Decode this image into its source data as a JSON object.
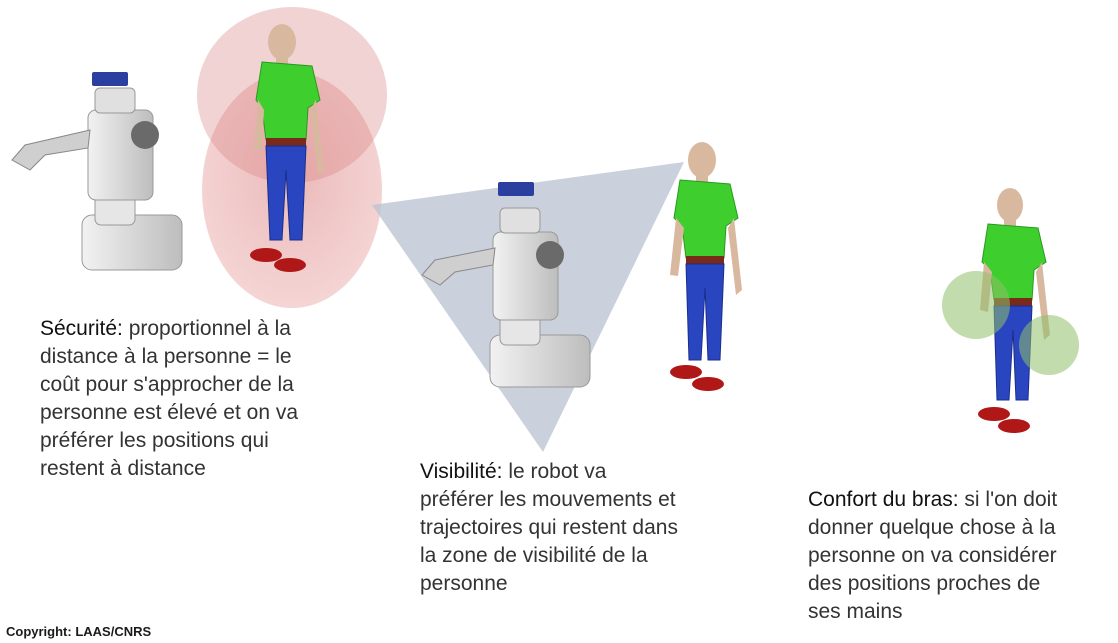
{
  "captions": {
    "securite": {
      "term": "Sécurité:",
      "lines": [
        " proportionnel à la",
        "distance à la personne = le",
        "coût pour s'approcher de la",
        "personne est élevé et on va",
        "préférer les positions qui",
        "restent à distance"
      ]
    },
    "visibilite": {
      "term": "Visibilité:",
      "lines": [
        " le robot va",
        "préférer les mouvements et",
        "trajectoires qui restent dans",
        "la zone de visibilité de la",
        "personne"
      ]
    },
    "confort": {
      "term": "Confort du bras:",
      "lines": [
        " si l'on doit",
        "donner quelque chose à la",
        "personne on va considérer",
        "des positions proches de",
        "ses mains"
      ]
    }
  },
  "copyright": "Copyright: LAAS/CNRS",
  "colors": {
    "safety_zone": "#e8a0a0",
    "visibility_cone": "#b8c2d0",
    "comfort_zone": "#8fbf6a",
    "shirt": "#3ecf2e",
    "pants": "#2a45c0",
    "skin": "#d9b8a0",
    "robot": "#d8d8d8"
  }
}
